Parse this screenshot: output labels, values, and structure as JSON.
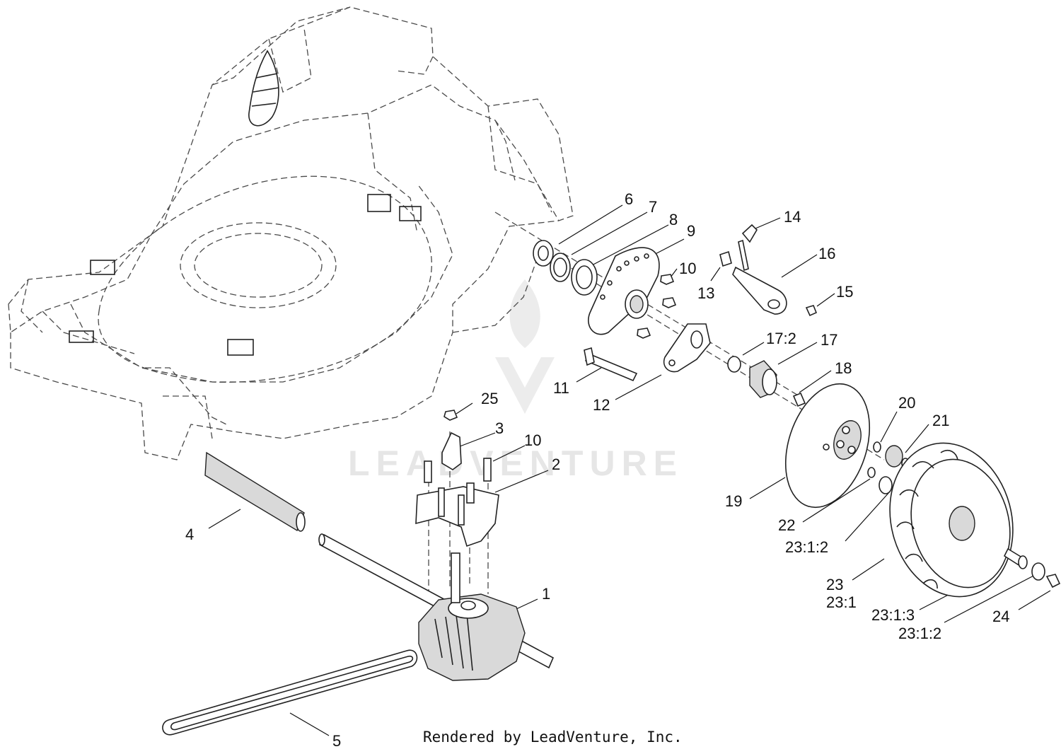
{
  "watermark": {
    "text": "LEADVENTURE"
  },
  "credit": "Rendered by LeadVenture, Inc.",
  "callouts": [
    {
      "id": "c1",
      "label": "1"
    },
    {
      "id": "c2",
      "label": "2"
    },
    {
      "id": "c3",
      "label": "3"
    },
    {
      "id": "c4",
      "label": "4"
    },
    {
      "id": "c5",
      "label": "5"
    },
    {
      "id": "c6",
      "label": "6"
    },
    {
      "id": "c7",
      "label": "7"
    },
    {
      "id": "c8",
      "label": "8"
    },
    {
      "id": "c9",
      "label": "9"
    },
    {
      "id": "c10a",
      "label": "10"
    },
    {
      "id": "c10b",
      "label": "10"
    },
    {
      "id": "c11",
      "label": "11"
    },
    {
      "id": "c12",
      "label": "12"
    },
    {
      "id": "c13",
      "label": "13"
    },
    {
      "id": "c14",
      "label": "14"
    },
    {
      "id": "c15",
      "label": "15"
    },
    {
      "id": "c16",
      "label": "16"
    },
    {
      "id": "c17",
      "label": "17"
    },
    {
      "id": "c17_2",
      "label": "17:2"
    },
    {
      "id": "c18",
      "label": "18"
    },
    {
      "id": "c19",
      "label": "19"
    },
    {
      "id": "c20",
      "label": "20"
    },
    {
      "id": "c21",
      "label": "21"
    },
    {
      "id": "c22",
      "label": "22"
    },
    {
      "id": "c23_1_2a",
      "label": "23:1:2"
    },
    {
      "id": "c23",
      "label": "23"
    },
    {
      "id": "c23_1",
      "label": "23:1"
    },
    {
      "id": "c23_1_3",
      "label": "23:1:3"
    },
    {
      "id": "c23_1_2b",
      "label": "23:1:2"
    },
    {
      "id": "c24",
      "label": "24"
    },
    {
      "id": "c25",
      "label": "25"
    }
  ]
}
